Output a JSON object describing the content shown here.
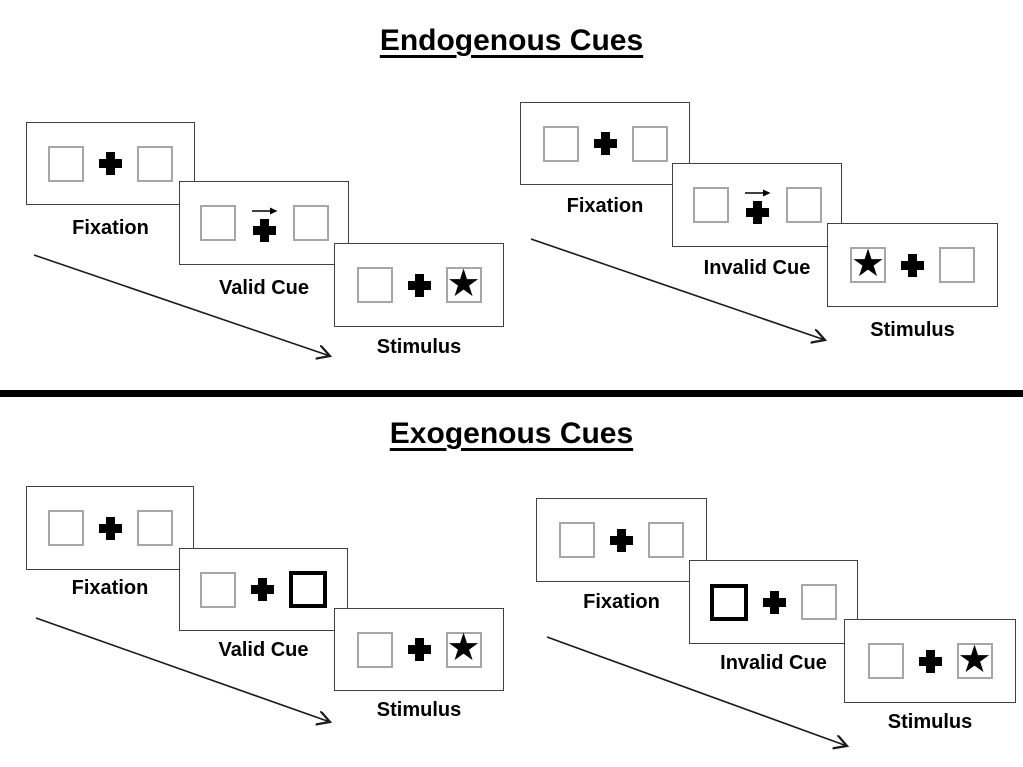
{
  "colors": {
    "background": "#ffffff",
    "ink": "#000000",
    "panel_border": "#404040",
    "box_border": "#a6a6a6",
    "highlight_box_border": "#000000"
  },
  "icons": {
    "star_glyph": "★",
    "fixation_cross": "heavy-plus-cross",
    "cue_arrow": "right-arrow",
    "sequence_arrow": "diagonal-down-right-arrow"
  },
  "sections": [
    {
      "id": "endogenous",
      "title": "Endogenous Cues",
      "sequences": [
        {
          "id": "endogenous-valid",
          "panels": [
            {
              "label": "Fixation",
              "left_box": "empty",
              "right_box": "empty",
              "center": "plus",
              "cue_arrow": null
            },
            {
              "label": "Valid Cue",
              "left_box": "empty",
              "right_box": "empty",
              "center": "plus",
              "cue_arrow": "right"
            },
            {
              "label": "Stimulus",
              "left_box": "empty",
              "right_box": "star",
              "center": "plus",
              "cue_arrow": null
            }
          ]
        },
        {
          "id": "endogenous-invalid",
          "panels": [
            {
              "label": "Fixation",
              "left_box": "empty",
              "right_box": "empty",
              "center": "plus",
              "cue_arrow": null
            },
            {
              "label": "Invalid Cue",
              "left_box": "empty",
              "right_box": "empty",
              "center": "plus",
              "cue_arrow": "right"
            },
            {
              "label": "Stimulus",
              "left_box": "star",
              "right_box": "empty",
              "center": "plus",
              "cue_arrow": null
            }
          ]
        }
      ]
    },
    {
      "id": "exogenous",
      "title": "Exogenous Cues",
      "sequences": [
        {
          "id": "exogenous-valid",
          "panels": [
            {
              "label": "Fixation",
              "left_box": "empty",
              "right_box": "empty",
              "center": "plus",
              "cue_arrow": null
            },
            {
              "label": "Valid Cue",
              "left_box": "empty",
              "right_box": "highlighted",
              "center": "plus",
              "cue_arrow": null
            },
            {
              "label": "Stimulus",
              "left_box": "empty",
              "right_box": "star",
              "center": "plus",
              "cue_arrow": null
            }
          ]
        },
        {
          "id": "exogenous-invalid",
          "panels": [
            {
              "label": "Fixation",
              "left_box": "empty",
              "right_box": "empty",
              "center": "plus",
              "cue_arrow": null
            },
            {
              "label": "Invalid Cue",
              "left_box": "highlighted",
              "right_box": "empty",
              "center": "plus",
              "cue_arrow": null
            },
            {
              "label": "Stimulus",
              "left_box": "empty",
              "right_box": "star",
              "center": "plus",
              "cue_arrow": null
            }
          ]
        }
      ]
    }
  ]
}
